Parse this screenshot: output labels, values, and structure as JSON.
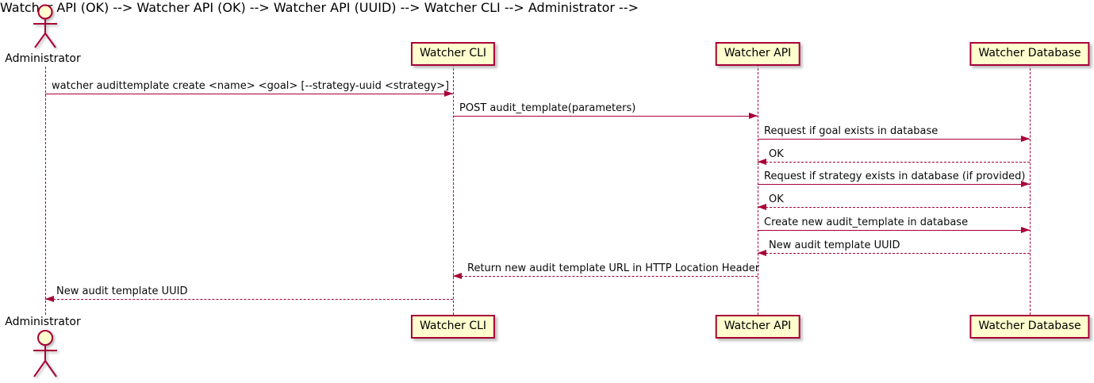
{
  "diagram": {
    "type": "uml-sequence-diagram",
    "colors": {
      "participant_fill": "#FEFECE",
      "border": "#A80036",
      "arrow": "#A80036",
      "lifeline": "#A80036",
      "text": "#000000",
      "background": "#FFFFFF"
    },
    "actor": {
      "name": "Administrator"
    },
    "participants": [
      {
        "label": "Watcher CLI"
      },
      {
        "label": "Watcher API"
      },
      {
        "label": "Watcher Database"
      }
    ],
    "messages": [
      {
        "from": "Administrator",
        "to": "Watcher CLI",
        "style": "solid",
        "text": "watcher audittemplate create <name> <goal> [--strategy-uuid <strategy>]"
      },
      {
        "from": "Watcher CLI",
        "to": "Watcher API",
        "style": "solid",
        "text": "POST audit_template(parameters)"
      },
      {
        "from": "Watcher API",
        "to": "Watcher Database",
        "style": "solid",
        "text": "Request if goal exists in database"
      },
      {
        "from": "Watcher Database",
        "to": "Watcher API",
        "style": "dashed",
        "text": "OK"
      },
      {
        "from": "Watcher API",
        "to": "Watcher Database",
        "style": "solid",
        "text": "Request if strategy exists in database (if provided)"
      },
      {
        "from": "Watcher Database",
        "to": "Watcher API",
        "style": "dashed",
        "text": "OK"
      },
      {
        "from": "Watcher API",
        "to": "Watcher Database",
        "style": "solid",
        "text": "Create new audit_template in database"
      },
      {
        "from": "Watcher Database",
        "to": "Watcher API",
        "style": "dashed",
        "text": "New audit template UUID"
      },
      {
        "from": "Watcher API",
        "to": "Watcher CLI",
        "style": "dashed",
        "text": "Return new audit template URL in HTTP Location Header"
      },
      {
        "from": "Watcher CLI",
        "to": "Administrator",
        "style": "dashed",
        "text": "New audit template UUID"
      }
    ]
  }
}
